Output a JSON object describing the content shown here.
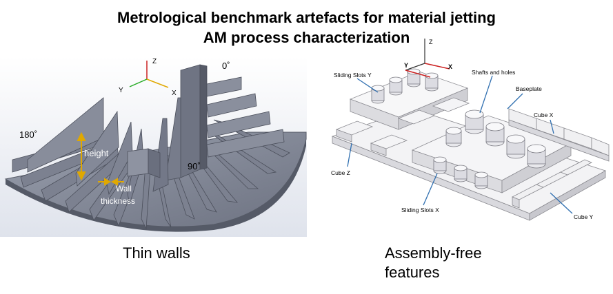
{
  "title": {
    "line1": "Metrological benchmark artefacts for material jetting",
    "line2": "AM process characterization"
  },
  "left_panel": {
    "caption": "Thin walls",
    "axis": {
      "z": "Z",
      "y": "Y",
      "x": "X"
    },
    "angles": {
      "a0": "0˚",
      "a90": "90˚",
      "a180": "180˚"
    },
    "height_label": "height",
    "wall_label_1": "Wall",
    "wall_label_2": "thickness"
  },
  "right_panel": {
    "caption_1": "Assembly-free",
    "caption_2": "features",
    "axis": {
      "z": "Z",
      "y": "Y",
      "x": "X"
    },
    "labels": {
      "sliding_slots_y": "Sliding Slots Y",
      "shafts_holes": "Shafts and holes",
      "baseplate": "Baseplate",
      "cube_x": "Cube X",
      "cube_z": "Cube Z",
      "sliding_slots_x": "Sliding Slots X",
      "cube_y": "Cube Y"
    }
  },
  "colors": {
    "wall_fill": "#7a7f8e",
    "wall_dark": "#4e5260",
    "plate_light": "#f2f2f4",
    "accent_arrow": "#e0a800",
    "callout_line": "#2f6fb0"
  }
}
